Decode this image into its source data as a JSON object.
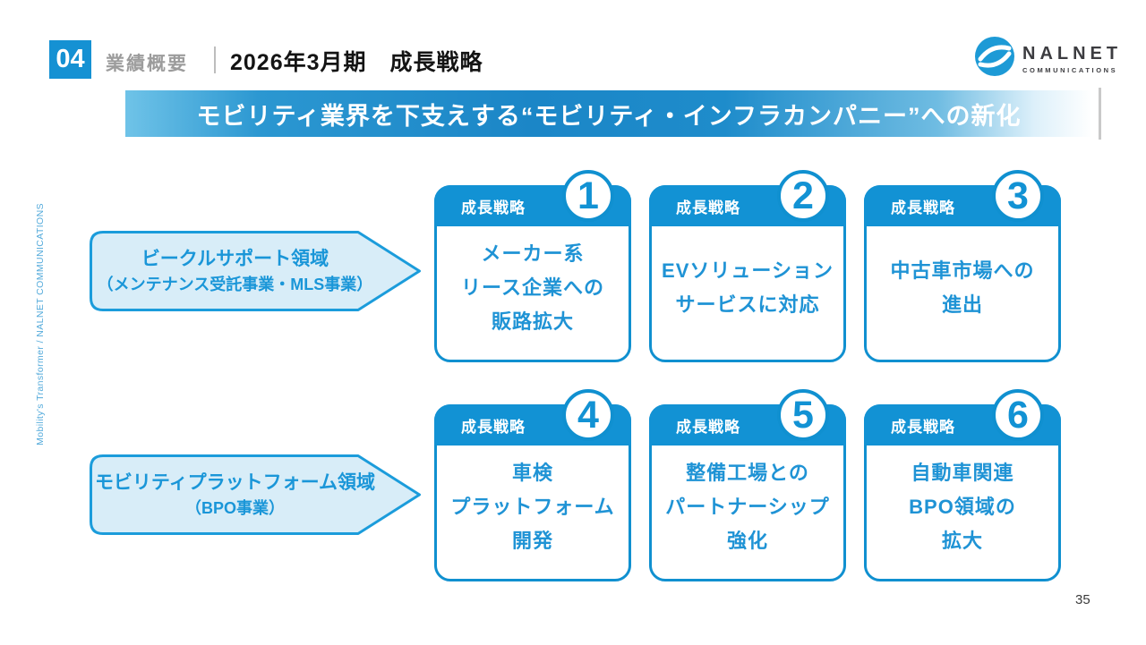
{
  "header": {
    "badge": "04",
    "section": "業績概要",
    "title": "2026年3月期　成長戦略"
  },
  "logo": {
    "name": "NALNET",
    "sub": "COMMUNICATIONS"
  },
  "banner": {
    "text": "モビリティ業界を下支えする“モビリティ・インフラカンパニー”への新化"
  },
  "sidebar": {
    "vertical_text": "Mobility's Transformer / NALNET COMMUNICATIONS"
  },
  "areas": [
    {
      "line1": "ビークルサポート領域",
      "line2": "（メンテナンス受託事業・MLS事業）"
    },
    {
      "line1": "モビリティプラットフォーム領域",
      "line2": "（BPO事業）"
    }
  ],
  "strategy_label": "成長戦略",
  "strategies": [
    {
      "number": "1",
      "lines": [
        "メーカー系",
        "リース企業への",
        "販路拡大"
      ]
    },
    {
      "number": "2",
      "lines": [
        "EVソリューション",
        "サービスに対応"
      ]
    },
    {
      "number": "3",
      "lines": [
        "中古車市場への",
        "進出"
      ]
    },
    {
      "number": "4",
      "lines": [
        "車検",
        "プラットフォーム",
        "開発"
      ]
    },
    {
      "number": "5",
      "lines": [
        "整備工場との",
        "パートナーシップ",
        "強化"
      ]
    },
    {
      "number": "6",
      "lines": [
        "自動車関連",
        "BPO領域の",
        "拡大"
      ]
    }
  ],
  "page": {
    "number": "35"
  },
  "colors": {
    "accent_blue": "#1292D4",
    "light_blue_fill": "#D8EDF8",
    "banner_deep_blue": "#1B86C7",
    "gray_label": "#9C9C9C"
  }
}
